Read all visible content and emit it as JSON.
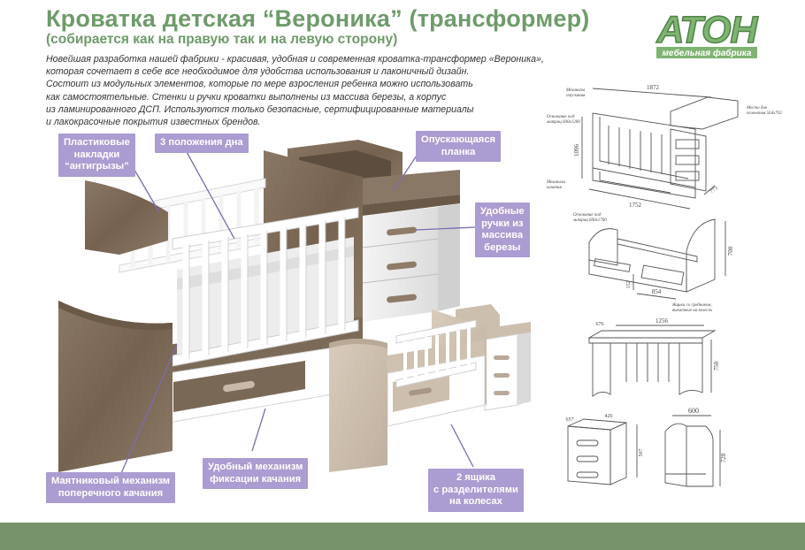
{
  "header": {
    "title": "Кроватка детская “Вероника” (трансформер)",
    "subtitle": "(собирается как на правую так и на левую сторону)"
  },
  "description": [
    "Новейшая разработка нашей фабрики - красивая, удобная и современная кроватка-трансформер «Вероника»,",
    "которая сочетает в себе все необходимое для удобства использования и лаконичный дизайн.",
    "Состоит из модульных элементов, которые по мере взросления ребенка можно использовать",
    "как самостоятельные. Стенки и ручки кроватки выполнены из массива березы, а корпус",
    "из ламинированного ДСП. Используются только безопасные, сертифицированные материалы",
    "и лакокрасочные покрытия известных брендов."
  ],
  "logo": {
    "brand": "АТОН",
    "tagline": "мебельная фабрика"
  },
  "callouts": {
    "plastic_pads": [
      "Пластиковые",
      "накладки",
      "“антигрызы”"
    ],
    "bottom_positions": [
      "3 положения дна"
    ],
    "lowering_rail": [
      "Опускающаяся",
      "планка"
    ],
    "handles": [
      "Удобные",
      "ручки из",
      "массива",
      "березы"
    ],
    "pendulum": [
      "Маятниковый механизм",
      "поперечного качания"
    ],
    "fixation": [
      "Удобный механизм",
      "фиксации качания"
    ],
    "drawers": [
      "2 ящика",
      "с разделителями",
      "на колесах"
    ]
  },
  "drawings": {
    "full": {
      "dim_length": "1872",
      "dim_depth": "1752",
      "dim_height": "1096",
      "dim_side": "773",
      "label_lowering": [
        "Механизм",
        "опускания"
      ],
      "label_base": [
        "Основание под",
        "матрац 600х1200"
      ],
      "label_swing": [
        "Механизм",
        "качания"
      ],
      "label_changing": [
        "Место для",
        "пеленания 564х702"
      ]
    },
    "bed": {
      "dim_height": "700",
      "dim_drawer_height": "152",
      "dim_drawer_length": "854",
      "label_base": [
        "Основание под",
        "матрац 600х1700"
      ],
      "label_drawer": [
        "Ящики со средником,",
        "выкатные на колесах"
      ]
    },
    "desk": {
      "dim_depth": "676",
      "dim_length": "1256",
      "dim_height": "750"
    },
    "chest": {
      "dim_depth": "657",
      "dim_width": "426",
      "dim_height": "567"
    },
    "shelf": {
      "dim_width": "600",
      "dim_height": "720"
    }
  },
  "colors": {
    "accent_green": "#6e9b6a",
    "callout_purple": "#ab9cd1",
    "band_green": "#77936c",
    "wood_dark": "#7b6957",
    "wood_light": "#cdbfae"
  }
}
